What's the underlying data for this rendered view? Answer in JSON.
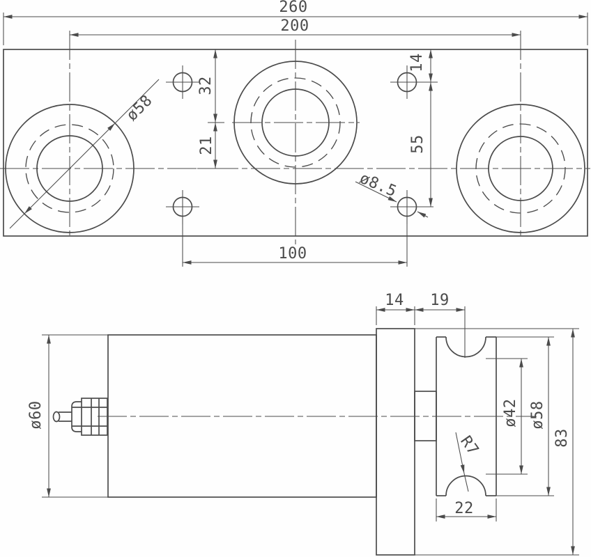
{
  "drawing": {
    "kind": "mechanical engineering drawing, pulley load-cell bracket, two orthographic views",
    "line_color": "#4b4b4b",
    "background": "#fefefe"
  },
  "top_view": {
    "description": "plate top view with three sheaves and four mounting holes",
    "dims": {
      "overall_width": "260",
      "sheave_centers_span": "200",
      "top_edge_to_center_sheave_axis": "32",
      "center_sheave_axis_to_main_axis": "21",
      "top_edge_to_hole": "14",
      "holes_vertical_span": "55",
      "small_hole_diameter": "ø8.5",
      "bottom_holes_span": "100",
      "sheave_diameter": "ø58"
    }
  },
  "side_view": {
    "description": "cylindrical body with cable gland, mounting plate and grooved pulley",
    "dims": {
      "plate_thickness": "14",
      "plate_face_to_groove_center": "19",
      "body_diameter": "ø60",
      "groove_root_diameter": "ø42",
      "pulley_diameter": "ø58",
      "plate_height": "83",
      "groove_radius": "R7",
      "pulley_width": "22"
    }
  }
}
